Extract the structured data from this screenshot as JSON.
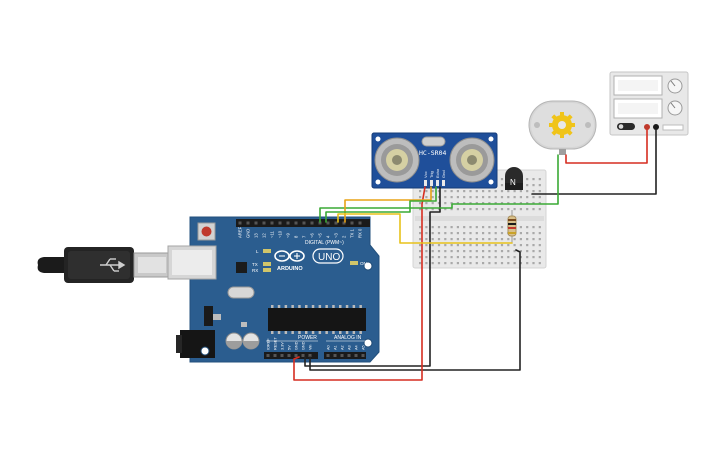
{
  "arduino": {
    "brand": "ARDUINO",
    "model": "UNO",
    "digital_label": "DIGITAL (PWM~)",
    "power_label": "POWER",
    "analog_label": "ANALOG IN",
    "led_l": "L",
    "led_tx": "TX",
    "led_rx": "RX",
    "led_on": "ON",
    "top_pins": [
      "AREF",
      "GND",
      "13",
      "12",
      "~11",
      "~10",
      "~9",
      "8",
      "7",
      "~6",
      "~5",
      "4",
      "~3",
      "2",
      "TX 1",
      "RX 0"
    ],
    "power_pins": [
      "IOREF",
      "RESET",
      "3.3V",
      "5V",
      "GND",
      "GND",
      "Vin"
    ],
    "analog_pins": [
      "A0",
      "A1",
      "A2",
      "A3",
      "A4",
      "A5"
    ]
  },
  "sensor": {
    "model": "HC-SR04",
    "pins": [
      "Vcc",
      "Trig",
      "Echo",
      "Gnd"
    ]
  },
  "transistor": {
    "label": "N"
  },
  "colors": {
    "board": "#2b5d8f",
    "wire_red": "#d62d20",
    "wire_black": "#222222",
    "wire_green": "#3aaa35",
    "wire_yellow": "#e8c21a",
    "wire_orange": "#e8a317"
  }
}
